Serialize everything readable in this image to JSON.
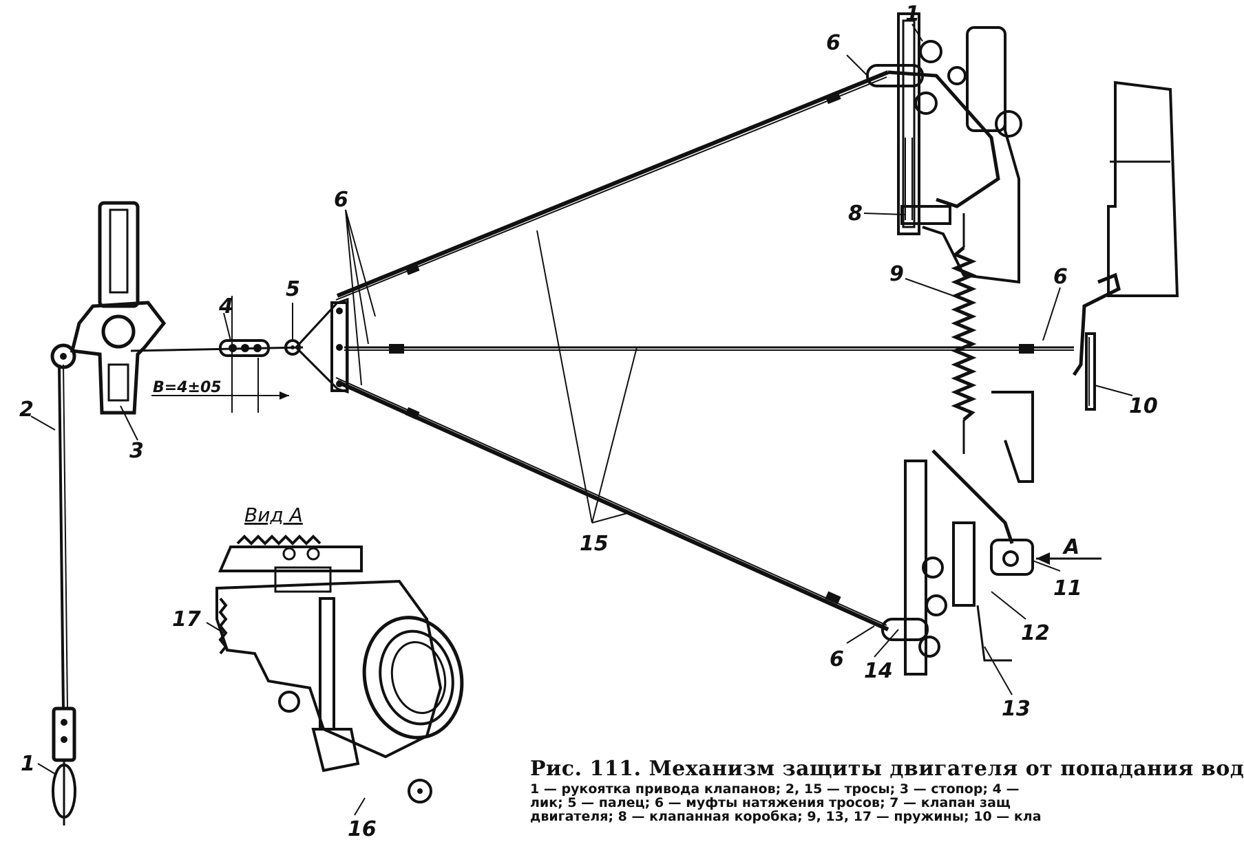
{
  "labels": {
    "l1_handle": "1",
    "l2_cable": "2",
    "l3_stopper": "3",
    "l4_link": "4",
    "l5_pin": "5",
    "l6_a": "6",
    "l6_b": "6",
    "l6_c": "6",
    "l6_d": "6",
    "l6_e": "6",
    "l1_top": "1",
    "l8": "8",
    "l9": "9",
    "l10": "10",
    "l11": "11",
    "l12": "12",
    "l13": "13",
    "l14": "14",
    "l15": "15",
    "l16": "16",
    "l17": "17",
    "arrow_a": "A"
  },
  "dimension": "B=4±05",
  "view_title": "Вид А",
  "caption": {
    "title": "Рис. 111. Механизм защиты двигателя от попадания вод",
    "legend_lines": [
      "1 — рукоятка привода клапанов;  2, 15 — тросы;  3 — стопор;  4 —",
      "лик;  5 — палец;   6 — муфты натяжения тросов;   7 — клапан защ",
      "двигателя;  8 — клапанная коробка;  9, 13, 17 — пружины;  10 — кла"
    ]
  }
}
